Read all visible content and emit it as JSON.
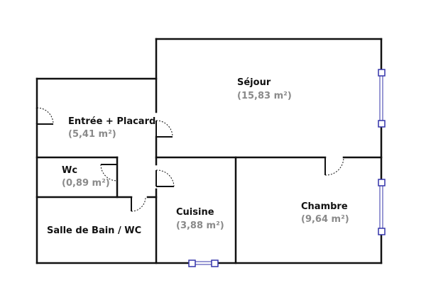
{
  "rooms": {
    "sejour": {
      "name": "Séjour",
      "area": "(15,83 m²)"
    },
    "entree": {
      "name": "Entrée + Placard",
      "area": "(5,41 m²)"
    },
    "wc": {
      "name": "Wc",
      "area": "(0,89 m²)"
    },
    "sdb": {
      "name": "Salle de Bain / WC"
    },
    "cuisine": {
      "name": "Cuisine",
      "area": "(3,88 m²)"
    },
    "chambre": {
      "name": "Chambre",
      "area": "(9,64 m²)"
    }
  },
  "colors": {
    "wall": "#111111",
    "area_text": "#8a8a8a",
    "window": "#3333aa",
    "background": "#ffffff"
  }
}
